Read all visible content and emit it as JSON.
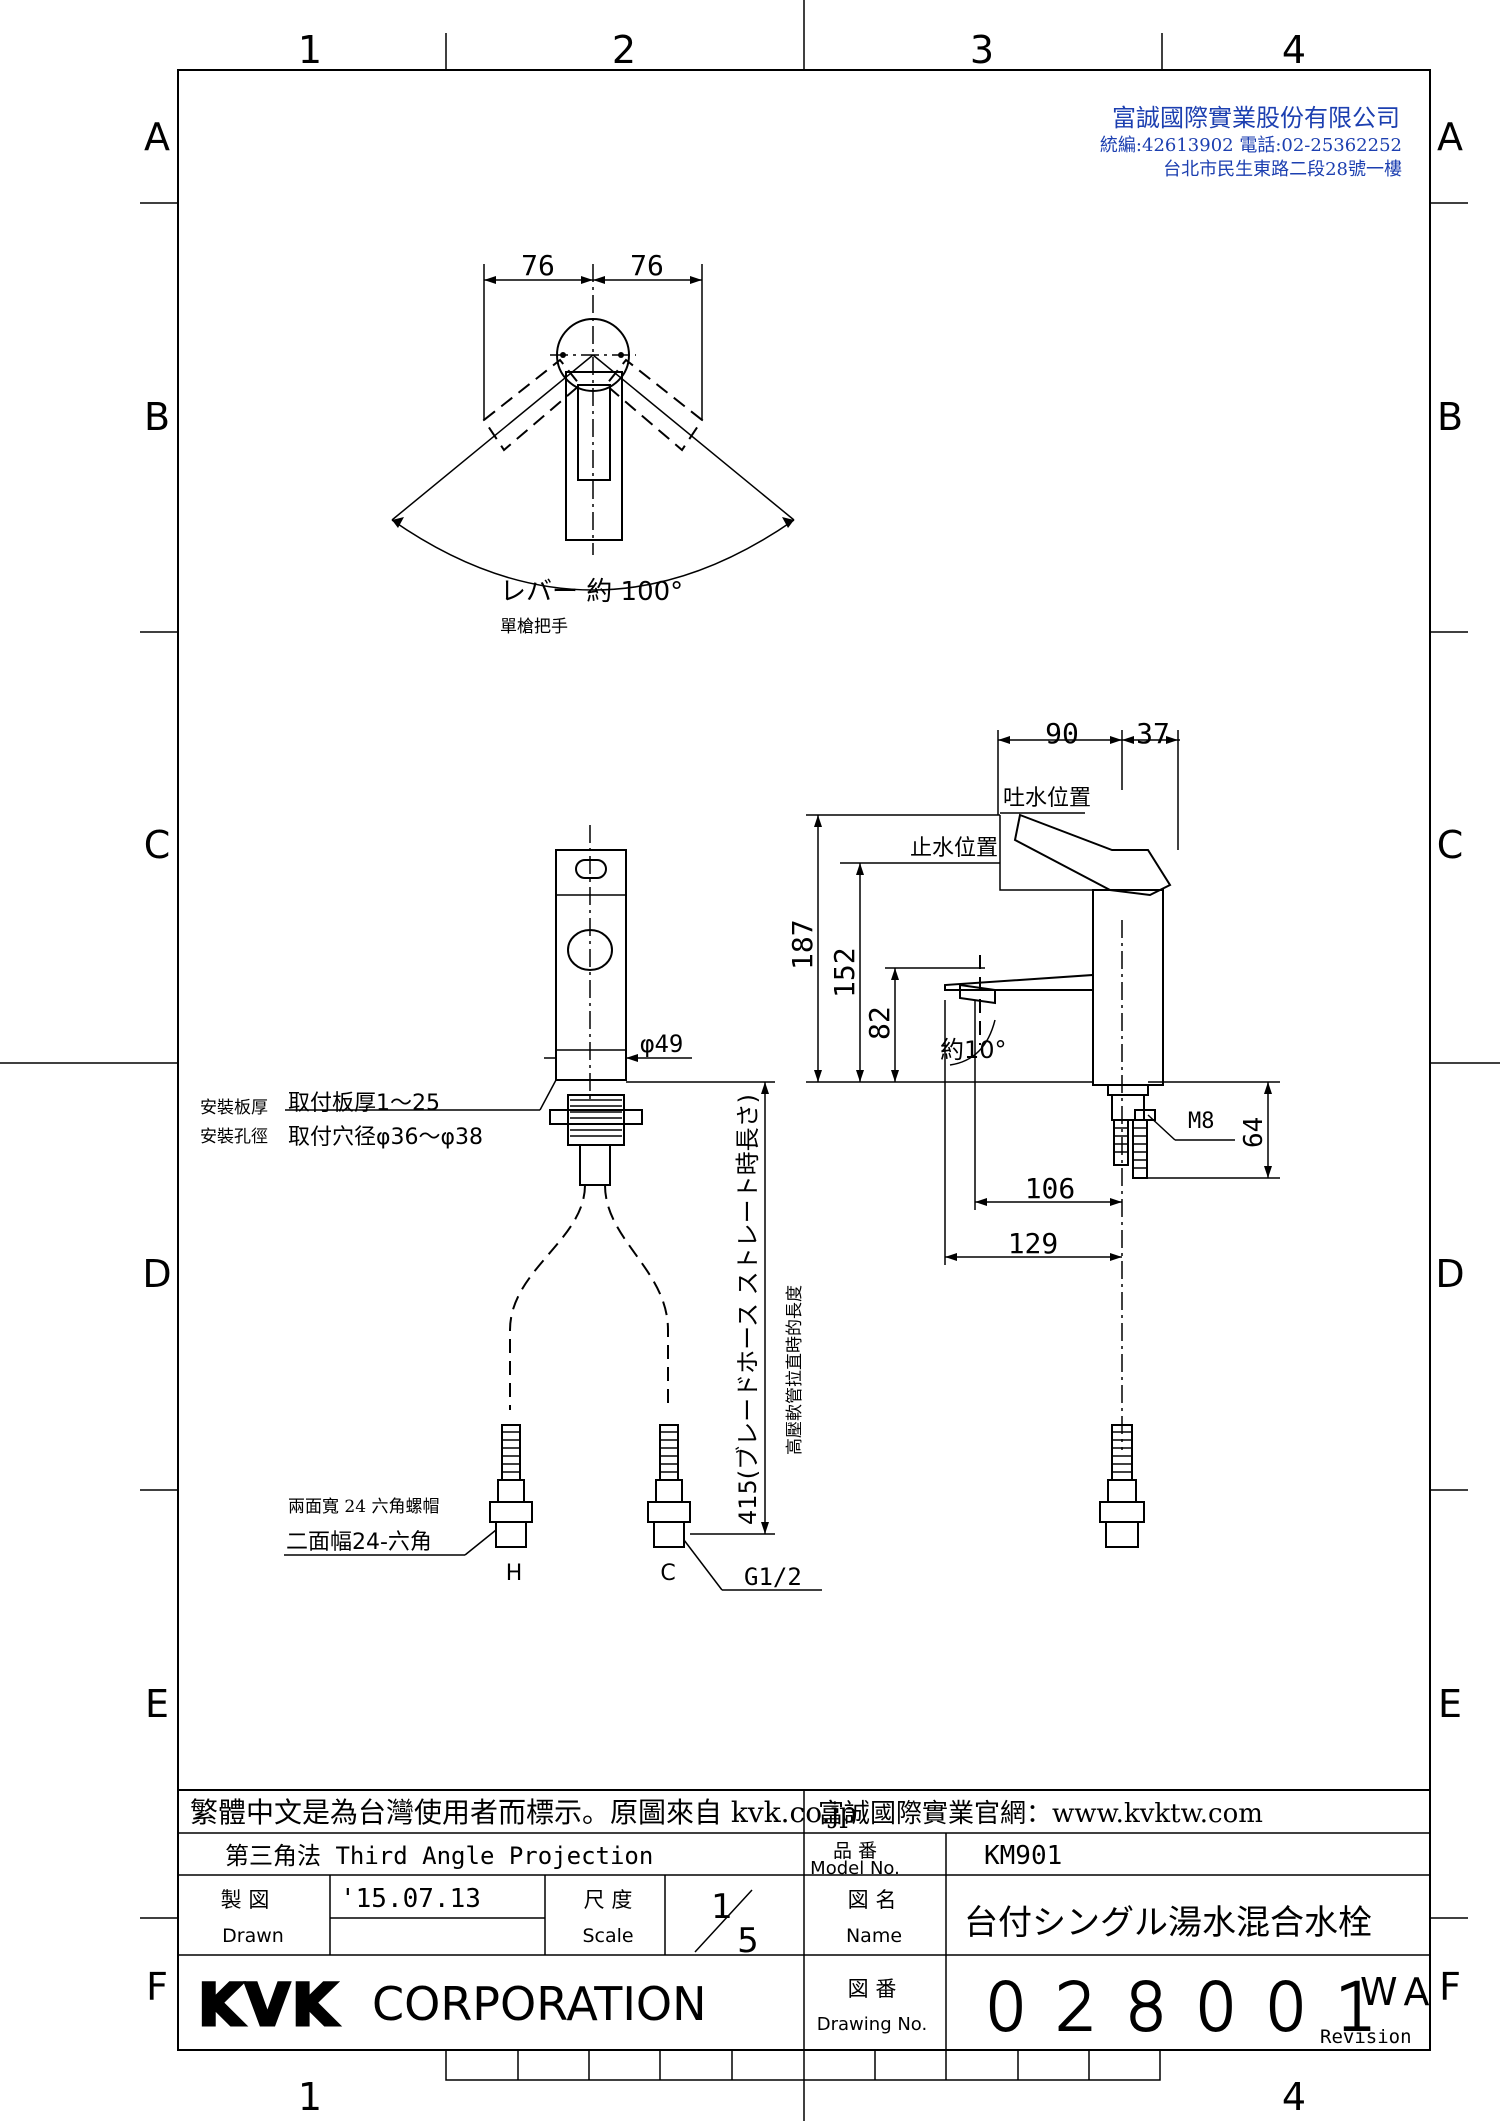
{
  "grid": {
    "cols_top": [
      "1",
      "2",
      "3",
      "4"
    ],
    "cols_bottom": [
      "1",
      "4"
    ],
    "rows_left": [
      "A",
      "B",
      "C",
      "D",
      "E",
      "F"
    ],
    "rows_right": [
      "A",
      "B",
      "C",
      "D",
      "E",
      "F"
    ]
  },
  "distributor": {
    "company": "富誠國際實業股份有限公司",
    "info": "統編:42613902 電話:02-25362252",
    "address": "台北市民生東路二段28號一樓"
  },
  "top_view": {
    "dim_left": "76",
    "dim_right": "76",
    "lever_angle": "レバー 約 100°",
    "lever_note_zh": "單槍把手"
  },
  "front_view": {
    "diameter": "φ49",
    "plate_note_zh": "安裝板厚",
    "plate_label": "取付板厚1～25",
    "hole_note_zh": "安裝孔徑",
    "hole_label": "取付穴径φ36～φ38",
    "hose_length": "415(ブレードホース ストレート時長さ)",
    "hose_note_zh": "高壓軟管拉直時的長度",
    "hex_note_zh": "兩面寬 24 六角螺帽",
    "hex_label": "二面幅24-六角",
    "hot": "H",
    "cold": "C",
    "thread": "G1/2"
  },
  "side_view": {
    "dim_90": "90",
    "dim_37": "37",
    "spout_open": "吐水位置",
    "spout_stop": "止水位置",
    "dim_187": "187",
    "dim_152": "152",
    "dim_82": "82",
    "angle": "約10°",
    "thread_m8": "M8",
    "dim_64": "64",
    "dim_106": "106",
    "dim_129": "129"
  },
  "title_block": {
    "note_zh": "繁體中文是為台灣使用者而標示。原圖來自 kvk.co.jp",
    "website": "富誠國際實業官網：www.kvktw.com",
    "projection": "第三角法  Third Angle Projection",
    "model_label_jp": "品 番",
    "model_label_en": "Model No.",
    "model_value": "KM901",
    "drawn_label_jp": "製 図",
    "drawn_label_en": "Drawn",
    "drawn_date": "'15.07.13",
    "scale_label_jp": "尺 度",
    "scale_label_en": "Scale",
    "scale_num": "1",
    "scale_den": "5",
    "name_label_jp": "図 名",
    "name_label_en": "Name",
    "name_value": "台付シングル湯水混合水栓",
    "company": "CORPORATION",
    "logo": "KVK",
    "drawing_label_jp": "図 番",
    "drawing_label_en": "Drawing No.",
    "drawing_value": "028001",
    "revision_code": "WA",
    "revision_label": "Revision"
  }
}
